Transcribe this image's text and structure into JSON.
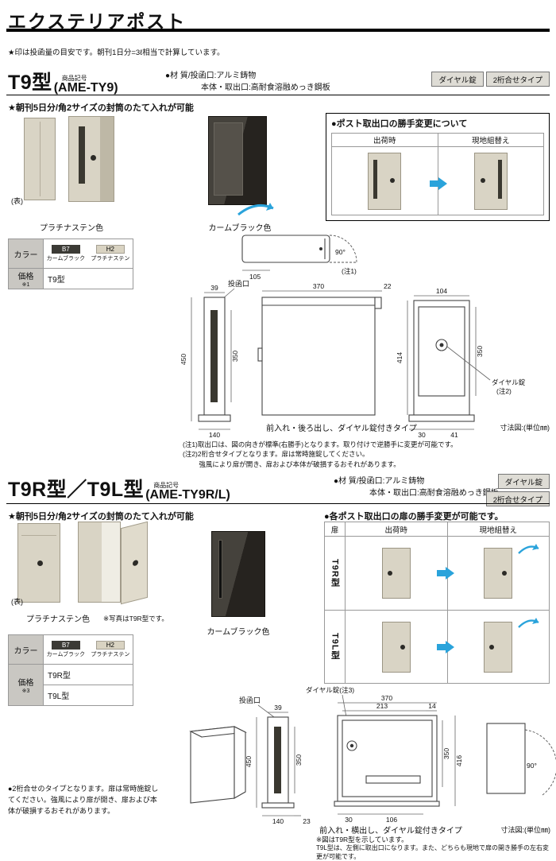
{
  "page": {
    "title": "エクステリアポスト",
    "top_note": "★印は投函量の目安です。朝刊1日分=3ℓ相当で計算しています。"
  },
  "colors": {
    "accent_blue": "#2aa3db",
    "platinum_beige": "#d9d4c5",
    "calm_black": "#2c2a26",
    "table_header_gray": "#c9c7c2"
  },
  "t9": {
    "name": "T9型",
    "code_label": "商品記号",
    "code": "(AME-TY9)",
    "material1": "●材 質/投函口:アルミ鋳物",
    "material2": "本体・取出口:高耐食溶融めっき鋼板",
    "badge1": "ダイヤル錠",
    "badge2": "2桁合せタイプ",
    "feature": "★朝刊5日分/角2サイズの封筒のたて入れが可能",
    "front_label": "(表)",
    "caption_platinum": "プラチナステン色",
    "caption_black": "カームブラック色",
    "swap": {
      "title": "●ポスト取出口の勝手変更について",
      "shipping": "出荷時",
      "onsite": "現地組替え"
    },
    "table": {
      "color_header": "カラー",
      "c1_code": "B7",
      "c1_name": "カームブラック",
      "c2_code": "H2",
      "c2_name": "プラチナステン",
      "price": "価格",
      "price_note": "※1",
      "model": "T9型"
    },
    "drawing": {
      "slot_label": "投函口",
      "top_w": "105",
      "angle": "90°",
      "note1": "(注1)",
      "slot_w": "39",
      "body_h": "450",
      "slot_h": "350",
      "base_w": "140",
      "side_w": "370",
      "side_d": "22",
      "back_w": "104",
      "back_h": "414",
      "door_h": "350",
      "b1": "30",
      "b2": "41",
      "dial1": "ダイヤル錠",
      "dial2": "(注2)",
      "caption": "前入れ・後ろ出し、ダイヤル錠付きタイプ",
      "unit": "寸法図:(単位㎜)"
    },
    "notes": [
      "(注1)取出口は、図の向きが標準(右勝手)となります。取り付けで逆勝手に変更が可能です。",
      "(注2)2桁合せタイプとなります。扉は常時施錠してください。",
      "強風により扉が開き、扉および本体が破損するおそれがあります。"
    ]
  },
  "t9rl": {
    "name": "T9R型／T9L型",
    "code_label": "商品記号",
    "code": "(AME-TY9R/L)",
    "material1": "●材 質/投函口:アルミ鋳物",
    "material2": "本体・取出口:高耐食溶融めっき鋼板",
    "badge1": "ダイヤル錠",
    "badge2": "2桁合せタイプ",
    "feature": "★朝刊5日分/角2サイズの封筒のたて入れが可能",
    "front_label": "(表)",
    "caption_platinum": "プラチナステン色",
    "photo_note": "※写真はT9R型です。",
    "caption_black": "カームブラック色",
    "swap": {
      "title": "●各ポスト取出口の扉の勝手変更が可能です。",
      "door": "扉",
      "shipping": "出荷時",
      "onsite": "現地組替え",
      "row1": "T9R型",
      "row2": "T9L型"
    },
    "table": {
      "color_header": "カラー",
      "c1_code": "B7",
      "c1_name": "カームブラック",
      "c2_code": "H2",
      "c2_name": "プラチナステン",
      "price": "価格",
      "price_note": "※3",
      "model1": "T9R型",
      "model2": "T9L型"
    },
    "drawing": {
      "dial_label": "ダイヤル錠(注3)",
      "slot_label": "投函口",
      "slot_w": "39",
      "body_h": "450",
      "slot_h": "350",
      "base_w": "140",
      "base_d": "23",
      "front_w": "370",
      "inner_w": "213",
      "edge_w": "14",
      "door_h": "350",
      "front_h": "416",
      "b1": "30",
      "b2": "106",
      "angle": "90°",
      "caption": "前入れ・横出し、ダイヤル錠付きタイプ",
      "unit": "寸法図:(単位㎜)"
    },
    "note_left": "●2桁合せのタイプとなります。扉は常時施錠してください。強風により扉が開き、扉および本体が破損するおそれがあります。",
    "note_r1": "※図はT9R型を示しています。",
    "note_r2": "T9L型は、左側に取出口になります。また、どちらも現地で扉の開き勝手の左右変更が可能です。"
  }
}
